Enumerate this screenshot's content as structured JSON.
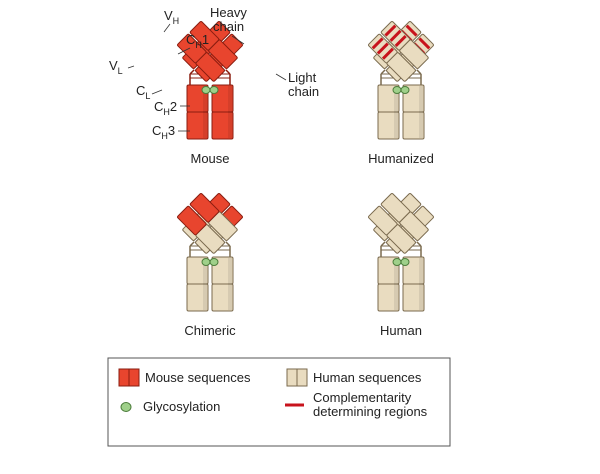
{
  "colors": {
    "mouse_fill": "#e8452e",
    "mouse_stroke": "#8a1d10",
    "human_fill": "#e9dcc0",
    "human_stroke": "#7a6a4e",
    "cdr": "#c8131c",
    "glyco_fill": "#9fd08a",
    "glyco_stroke": "#4c7d3b",
    "text": "#222222"
  },
  "antibodies": [
    {
      "id": "mouse",
      "caption": "Mouse",
      "style": "mouse"
    },
    {
      "id": "humanized",
      "caption": "Humanized",
      "style": "humanized"
    },
    {
      "id": "chimeric",
      "caption": "Chimeric",
      "style": "chimeric"
    },
    {
      "id": "human",
      "caption": "Human",
      "style": "human"
    }
  ],
  "domain_labels": {
    "vh": {
      "main": "V",
      "sub": "H"
    },
    "ch1": {
      "main": "C",
      "sub": "H",
      "tail": "1"
    },
    "vl": {
      "main": "V",
      "sub": "L"
    },
    "cl": {
      "main": "C",
      "sub": "L"
    },
    "ch2": {
      "main": "C",
      "sub": "H",
      "tail": "2"
    },
    "ch3": {
      "main": "C",
      "sub": "H",
      "tail": "3"
    },
    "heavy_chain": [
      "Heavy",
      "chain"
    ],
    "light_chain": [
      "Light",
      "chain"
    ]
  },
  "legend": {
    "mouse_sequences": "Mouse sequences",
    "human_sequences": "Human sequences",
    "glycosylation": "Glycosylation",
    "cdr": [
      "Complementarity",
      "determining regions"
    ]
  }
}
